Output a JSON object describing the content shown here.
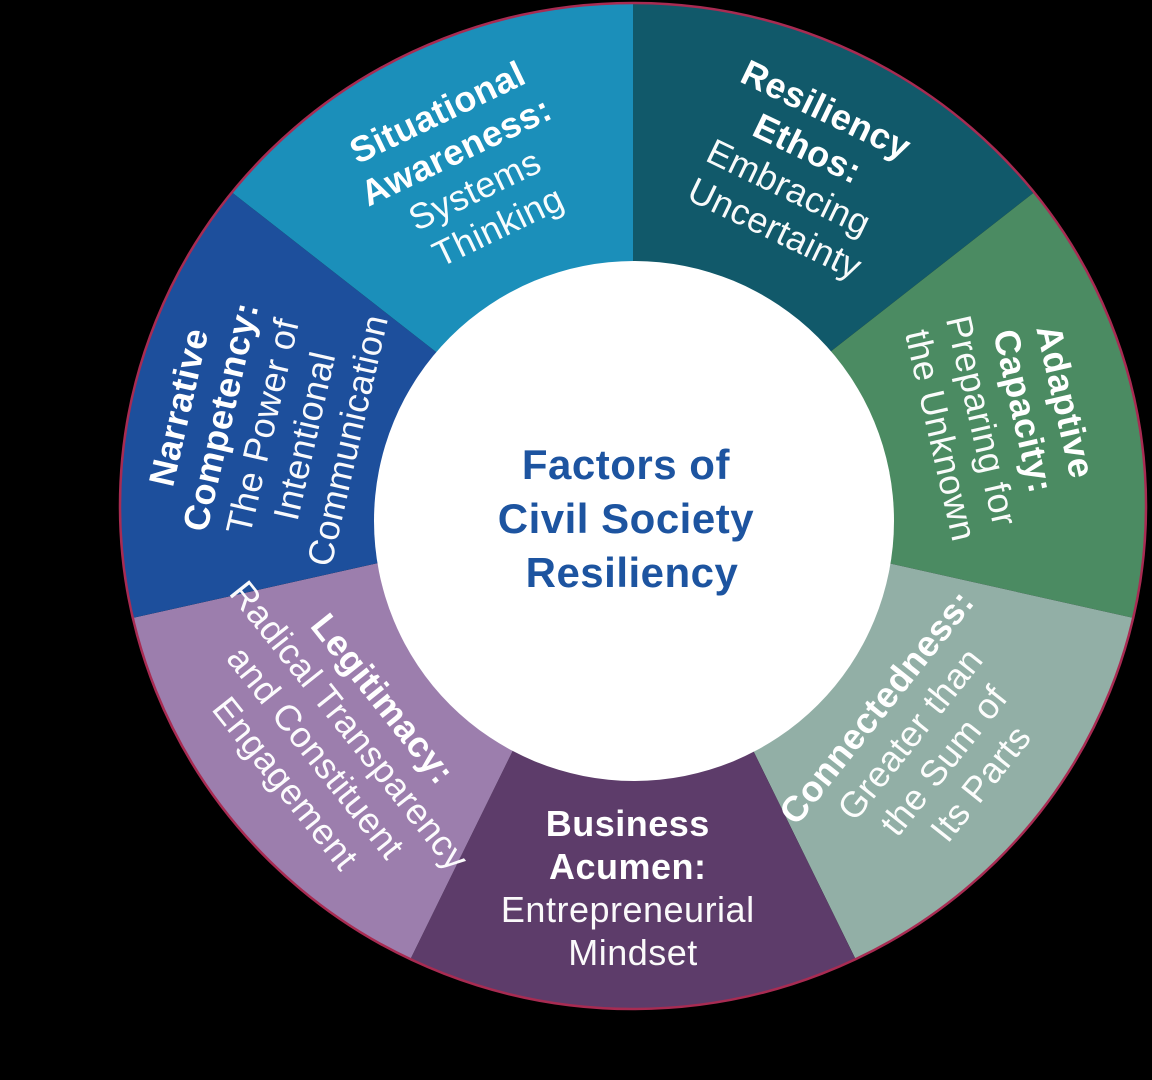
{
  "center": {
    "title_lines": [
      "Factors of",
      "Civil Society",
      "Resiliency"
    ],
    "text_color": "#1D54A0",
    "bg_color": "#FFFFFF"
  },
  "ring_outline_color": "#A82B52",
  "segments": [
    {
      "id": "resiliency-ethos",
      "heading_lines": [
        "Resiliency",
        "Ethos:"
      ],
      "subtitle_lines": [
        "Embracing",
        "Uncertainty"
      ],
      "color": "#11596A"
    },
    {
      "id": "adaptive-capacity",
      "heading_lines": [
        "Adaptive",
        "Capacity:"
      ],
      "subtitle_lines": [
        "Preparing for",
        "the Unknown"
      ],
      "color": "#4B8B62"
    },
    {
      "id": "connectedness",
      "heading_lines": [
        "Connectedness:"
      ],
      "subtitle_lines": [
        "Greater than",
        "the Sum of",
        "Its Parts"
      ],
      "color": "#92AFA6"
    },
    {
      "id": "business-acumen",
      "heading_lines": [
        "Business",
        "Acumen:"
      ],
      "subtitle_lines": [
        "Entrepreneurial",
        "Mindset"
      ],
      "color": "#5D3C6A"
    },
    {
      "id": "legitimacy",
      "heading_lines": [
        "Legitimacy:"
      ],
      "subtitle_lines": [
        "Radical Transparency",
        "and Constituent",
        "Engagement"
      ],
      "color": "#9C7EAD"
    },
    {
      "id": "narrative-competency",
      "heading_lines": [
        "Narrative",
        "Competency:"
      ],
      "subtitle_lines": [
        "The Power of",
        "Intentional",
        "Communication"
      ],
      "color": "#1D4F9C"
    },
    {
      "id": "situational-awareness",
      "heading_lines": [
        "Situational",
        "Awareness:"
      ],
      "subtitle_lines": [
        "Systems",
        "Thinking"
      ],
      "color": "#1B8FBA"
    }
  ]
}
